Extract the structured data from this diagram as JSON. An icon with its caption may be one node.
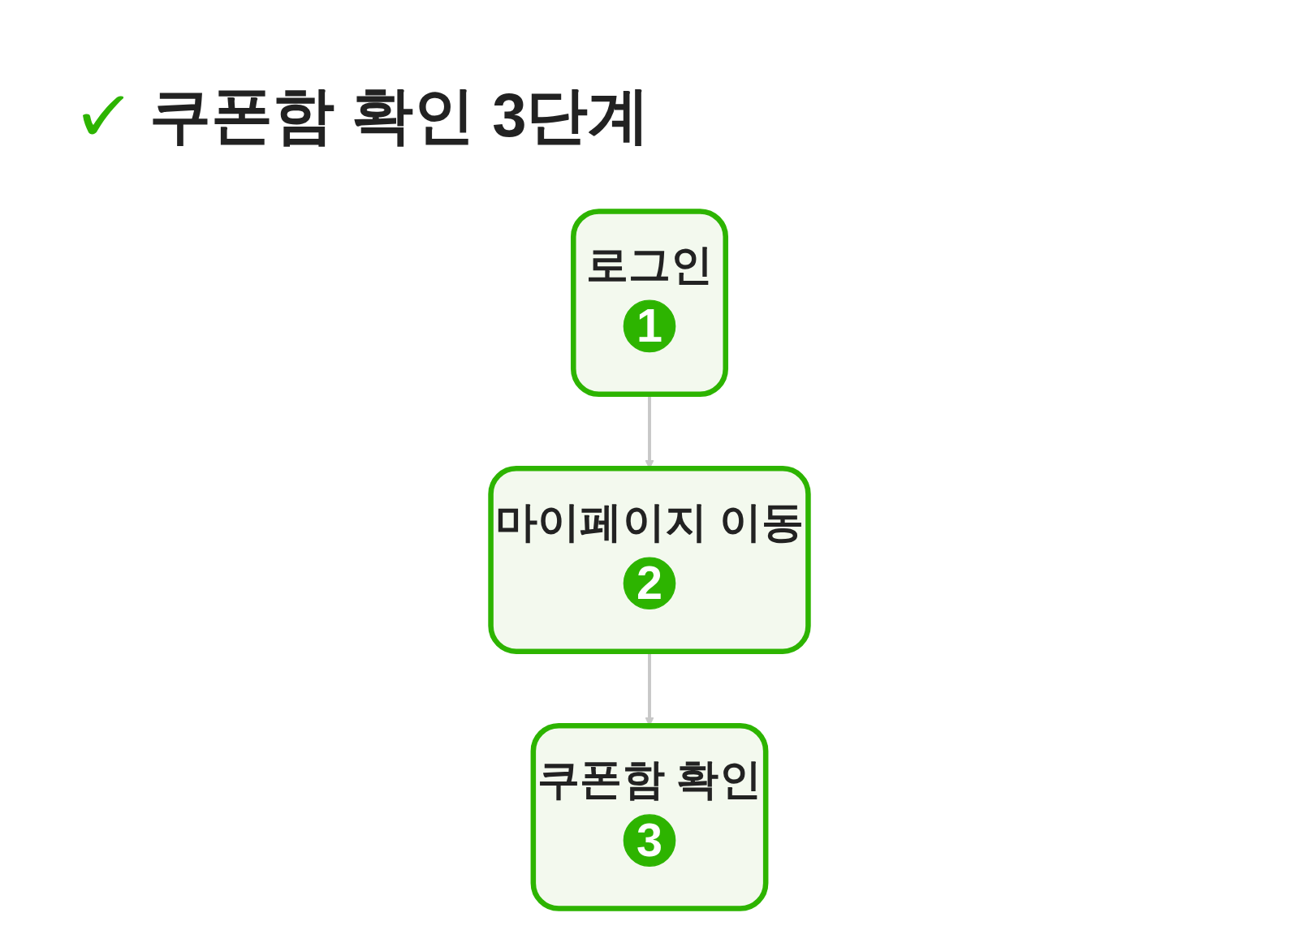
{
  "diagram": {
    "title": "쿠폰함 확인 3단계",
    "nodes": [
      {
        "text": [
          "로그인"
        ]
      },
      {
        "text": [
          "1"
        ],
        "in": 0
      },
      {
        "text": [
          "마이페이지 이동"
        ]
      },
      {
        "text": [
          "2"
        ],
        "in": 2
      },
      {
        "text": [
          "쿠폰함 확인"
        ]
      },
      {
        "text": [
          "3"
        ],
        "in": 4
      }
    ],
    "edges": [
      {
        "from": 0,
        "to": 2,
        "arrow": "to"
      },
      {
        "from": 2,
        "to": 4,
        "arrow": "to"
      }
    ]
  }
}
